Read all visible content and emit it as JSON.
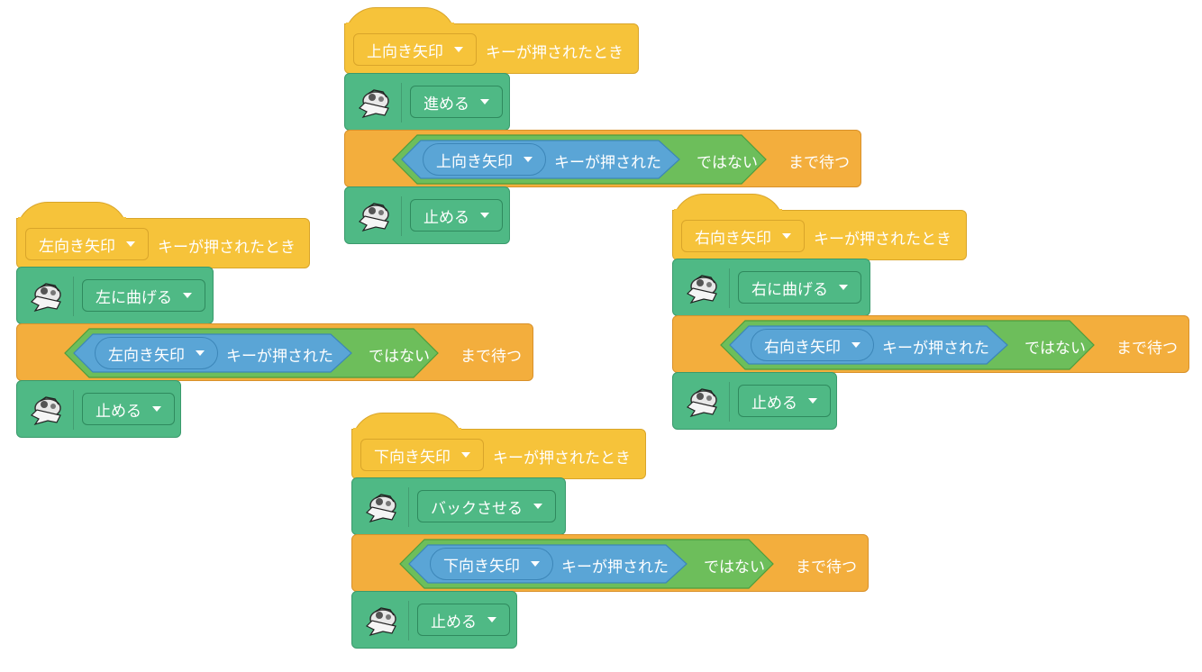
{
  "sprite_icon": "mouse-robot-sprite-icon",
  "colors": {
    "events": "#f6c33a",
    "motion": "#4fb985",
    "control": "#f3ae3d",
    "sensing": "#5aa5d6",
    "operators": "#6dbe5b"
  },
  "scripts": [
    {
      "key": "上向き矢印",
      "hat_suffix": "キーが押されたとき",
      "move": "進める",
      "cond_key": "上向き矢印",
      "cond_text": "キーが押された",
      "not_text": "ではない",
      "wait_suffix": "まで待つ",
      "stop": "止める"
    },
    {
      "key": "左向き矢印",
      "hat_suffix": "キーが押されたとき",
      "move": "左に曲げる",
      "cond_key": "左向き矢印",
      "cond_text": "キーが押された",
      "not_text": "ではない",
      "wait_suffix": "まで待つ",
      "stop": "止める"
    },
    {
      "key": "右向き矢印",
      "hat_suffix": "キーが押されたとき",
      "move": "右に曲げる",
      "cond_key": "右向き矢印",
      "cond_text": "キーが押された",
      "not_text": "ではない",
      "wait_suffix": "まで待つ",
      "stop": "止める"
    },
    {
      "key": "下向き矢印",
      "hat_suffix": "キーが押されたとき",
      "move": "バックさせる",
      "cond_key": "下向き矢印",
      "cond_text": "キーが押された",
      "not_text": "ではない",
      "wait_suffix": "まで待つ",
      "stop": "止める"
    }
  ]
}
